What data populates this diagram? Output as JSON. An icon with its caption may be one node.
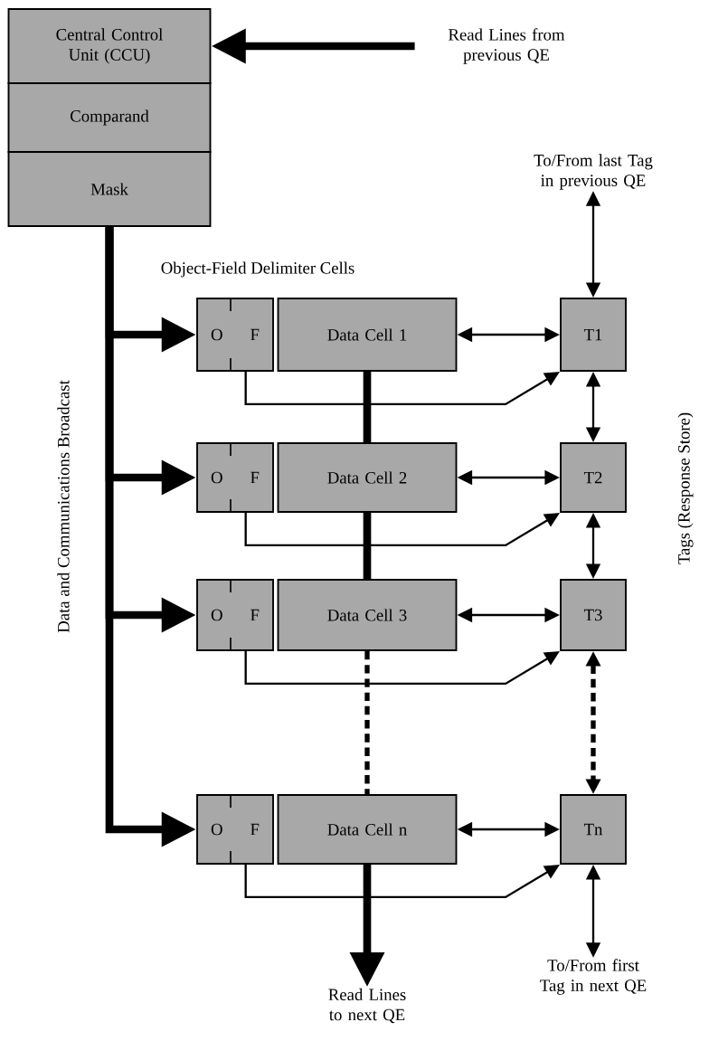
{
  "diagram": {
    "nodes": [
      {
        "text": [
          "Central Control Unit (CCU)"
        ]
      },
      {
        "text": [
          "Comparand"
        ]
      },
      {
        "text": [
          "Mask"
        ]
      },
      {
        "text": [
          "Read Lines from previous QE"
        ]
      },
      {
        "text": [
          "To/From last Tag in previous QE"
        ]
      },
      {
        "text": [
          "O",
          "F"
        ]
      },
      {
        "text": [
          "Data Cell 1"
        ]
      },
      {
        "text": [
          "T1"
        ]
      },
      {
        "text": [
          "O",
          "F"
        ]
      },
      {
        "text": [
          "Data Cell 2"
        ]
      },
      {
        "text": [
          "T2"
        ]
      },
      {
        "text": [
          "O",
          "F"
        ]
      },
      {
        "text": [
          "Data Cell 3"
        ]
      },
      {
        "text": [
          "T3"
        ]
      },
      {
        "text": [
          "O",
          "F"
        ]
      },
      {
        "text": [
          "Data Cell n"
        ]
      },
      {
        "text": [
          "Tn"
        ]
      },
      {
        "text": [
          "Read Lines to next QE"
        ]
      },
      {
        "text": [
          "To/From first Tag in next QE"
        ]
      }
    ],
    "edges": [
      {
        "from": 3,
        "to": 0,
        "arrow": "to",
        "style": "thick"
      },
      {
        "from": 2,
        "to": 5,
        "arrow": "to",
        "style": "thick"
      },
      {
        "from": 2,
        "to": 8,
        "arrow": "to",
        "style": "thick"
      },
      {
        "from": 2,
        "to": 11,
        "arrow": "to",
        "style": "thick"
      },
      {
        "from": 2,
        "to": 14,
        "arrow": "to",
        "style": "thick"
      },
      {
        "from": 6,
        "to": 7,
        "arrow": "both"
      },
      {
        "from": 9,
        "to": 10,
        "arrow": "both"
      },
      {
        "from": 12,
        "to": 13,
        "arrow": "both"
      },
      {
        "from": 15,
        "to": 16,
        "arrow": "both"
      },
      {
        "from": 5,
        "to": 7,
        "arrow": "to"
      },
      {
        "from": 8,
        "to": 10,
        "arrow": "to"
      },
      {
        "from": 11,
        "to": 13,
        "arrow": "to"
      },
      {
        "from": 14,
        "to": 16,
        "arrow": "to"
      },
      {
        "from": 6,
        "to": 9,
        "arrow": "none",
        "style": "thick"
      },
      {
        "from": 9,
        "to": 12,
        "arrow": "none",
        "style": "thick"
      },
      {
        "from": 12,
        "to": 15,
        "arrow": "none",
        "style": "dashed"
      },
      {
        "from": 15,
        "to": 17,
        "arrow": "to",
        "style": "thick"
      },
      {
        "from": 4,
        "to": 7,
        "arrow": "both"
      },
      {
        "from": 7,
        "to": 10,
        "arrow": "both"
      },
      {
        "from": 10,
        "to": 13,
        "arrow": "both"
      },
      {
        "from": 13,
        "to": 16,
        "arrow": "both",
        "style": "dashed"
      },
      {
        "from": 16,
        "to": 18,
        "arrow": "both"
      }
    ],
    "labels": [
      "Object-Field Delimiter Cells",
      "Data and Communications Broadcast",
      "Tags (Response Store)"
    ]
  }
}
